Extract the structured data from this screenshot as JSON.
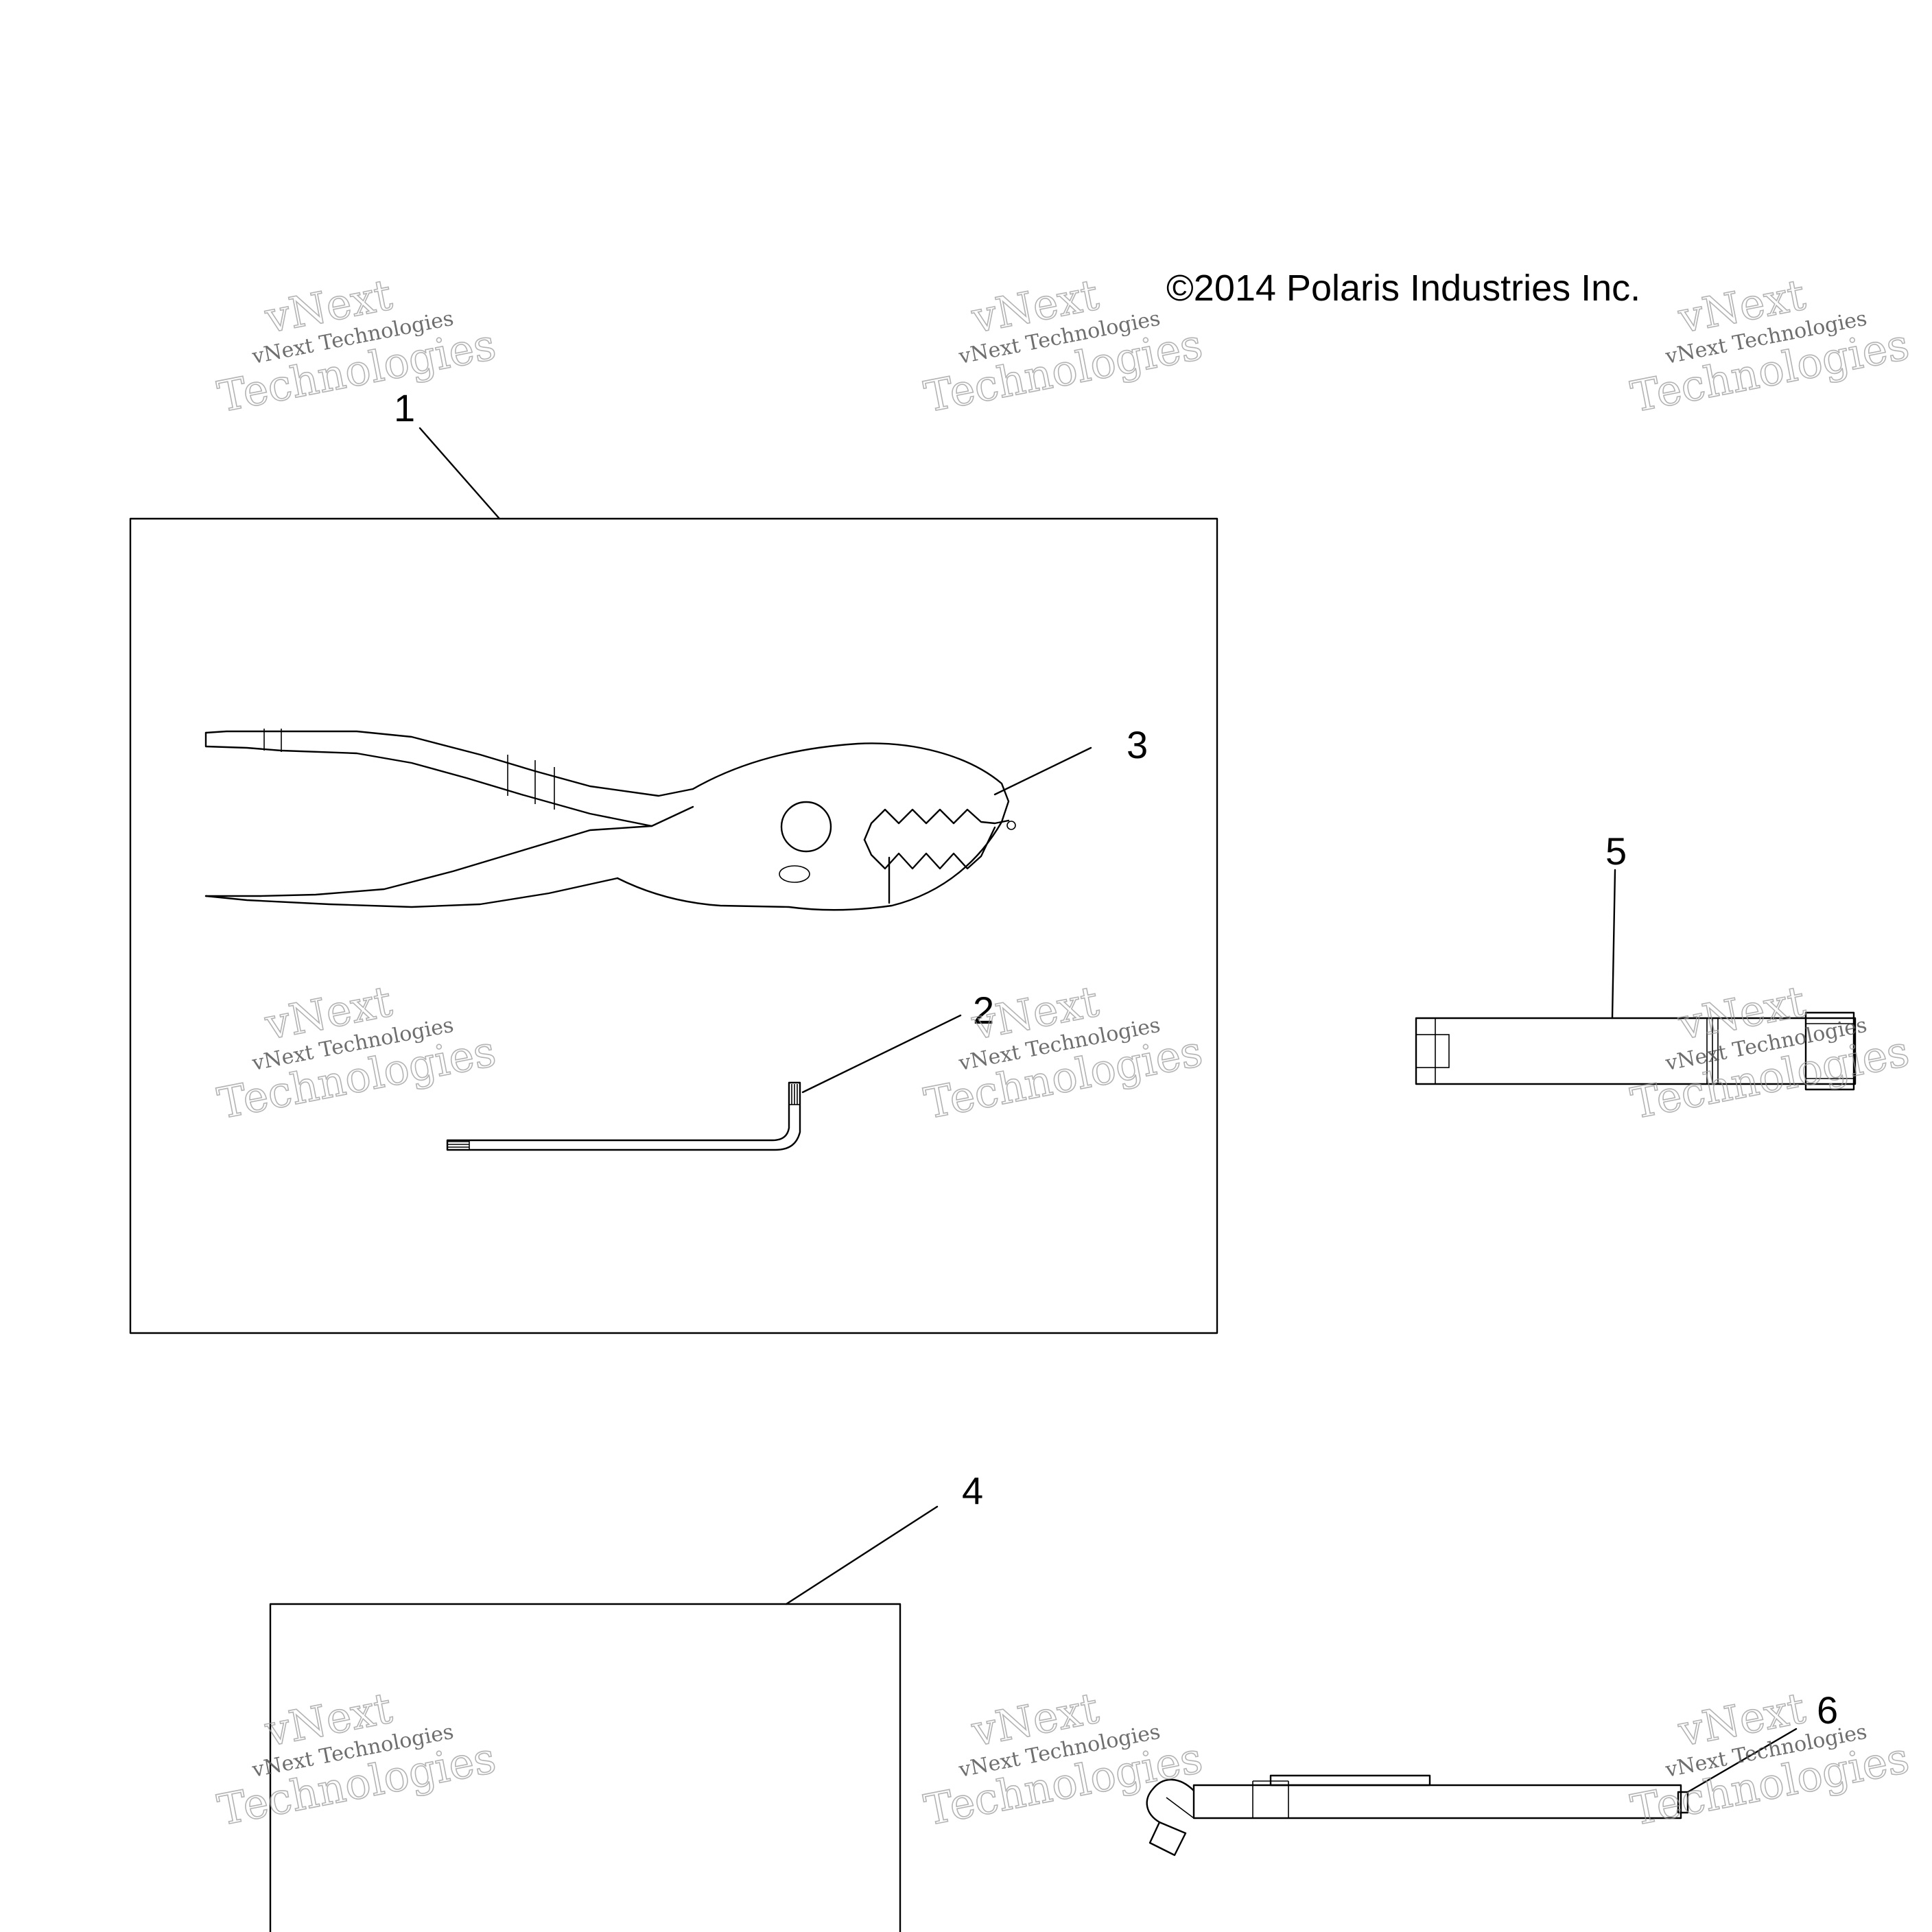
{
  "copyright": "©2014 Polaris Industries Inc.",
  "callouts": [
    "1",
    "2",
    "3",
    "4",
    "5",
    "6"
  ],
  "watermark": {
    "line1": "vNext",
    "line2": "vNext Technologies",
    "line3": "Technologies"
  },
  "parts": [
    {
      "callout": "1",
      "name": "tool-kit-bag"
    },
    {
      "callout": "2",
      "name": "hex-key-wrench"
    },
    {
      "callout": "3",
      "name": "slip-joint-pliers"
    },
    {
      "callout": "4",
      "name": "tool-kit-box"
    },
    {
      "callout": "5",
      "name": "spark-plug-socket"
    },
    {
      "callout": "6",
      "name": "socket-handle"
    }
  ]
}
